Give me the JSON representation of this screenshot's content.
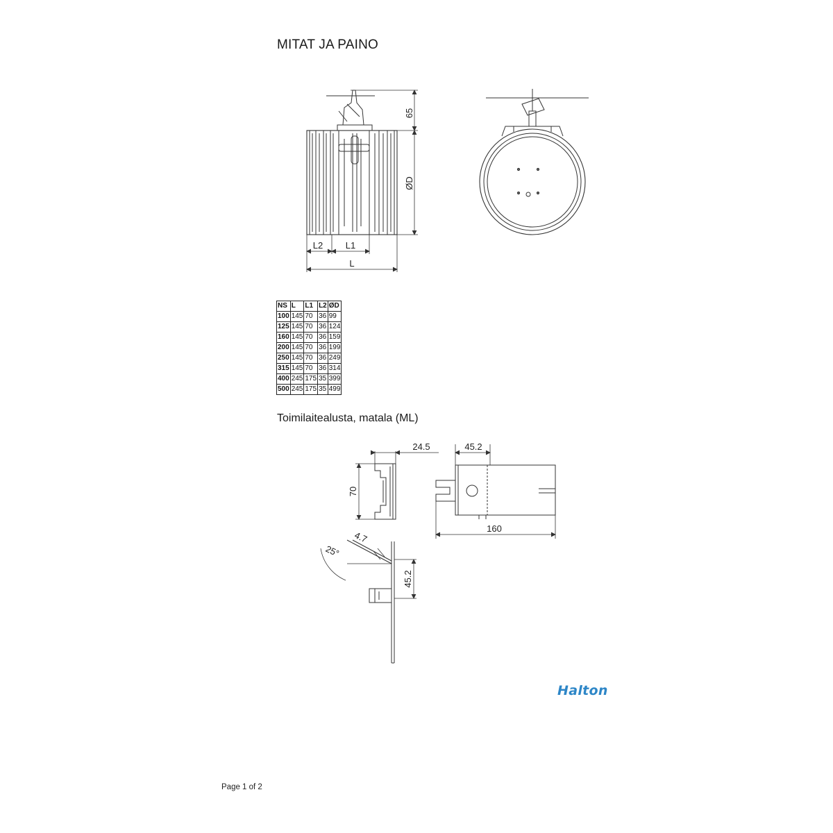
{
  "document": {
    "title": "MITAT JA PAINO",
    "subtitle": "Toimilaitealusta, matala (ML)",
    "page": "Page 1 of 2",
    "logo": "Halton",
    "logo_color": "#2d86c7"
  },
  "drawing_main": {
    "dim_65": "65",
    "dim_D": "ØD",
    "dim_L2": "L2",
    "dim_L1": "L1",
    "dim_L": "L"
  },
  "table": {
    "headers": [
      "NS",
      "L",
      "L1",
      "L2",
      "ØD"
    ],
    "rows": [
      [
        "100",
        "145",
        "70",
        "36",
        "99"
      ],
      [
        "125",
        "145",
        "70",
        "36",
        "124"
      ],
      [
        "160",
        "145",
        "70",
        "36",
        "159"
      ],
      [
        "200",
        "145",
        "70",
        "36",
        "199"
      ],
      [
        "250",
        "145",
        "70",
        "36",
        "249"
      ],
      [
        "315",
        "145",
        "70",
        "36",
        "314"
      ],
      [
        "400",
        "245",
        "175",
        "35",
        "399"
      ],
      [
        "500",
        "245",
        "175",
        "35",
        "499"
      ]
    ]
  },
  "drawing_bracket": {
    "dim_24_5": "24.5",
    "dim_45_2_top": "45.2",
    "dim_70": "70",
    "dim_160": "160",
    "dim_4_7": "4.7",
    "dim_25deg": "25°",
    "dim_45_2_side": "45.2"
  }
}
